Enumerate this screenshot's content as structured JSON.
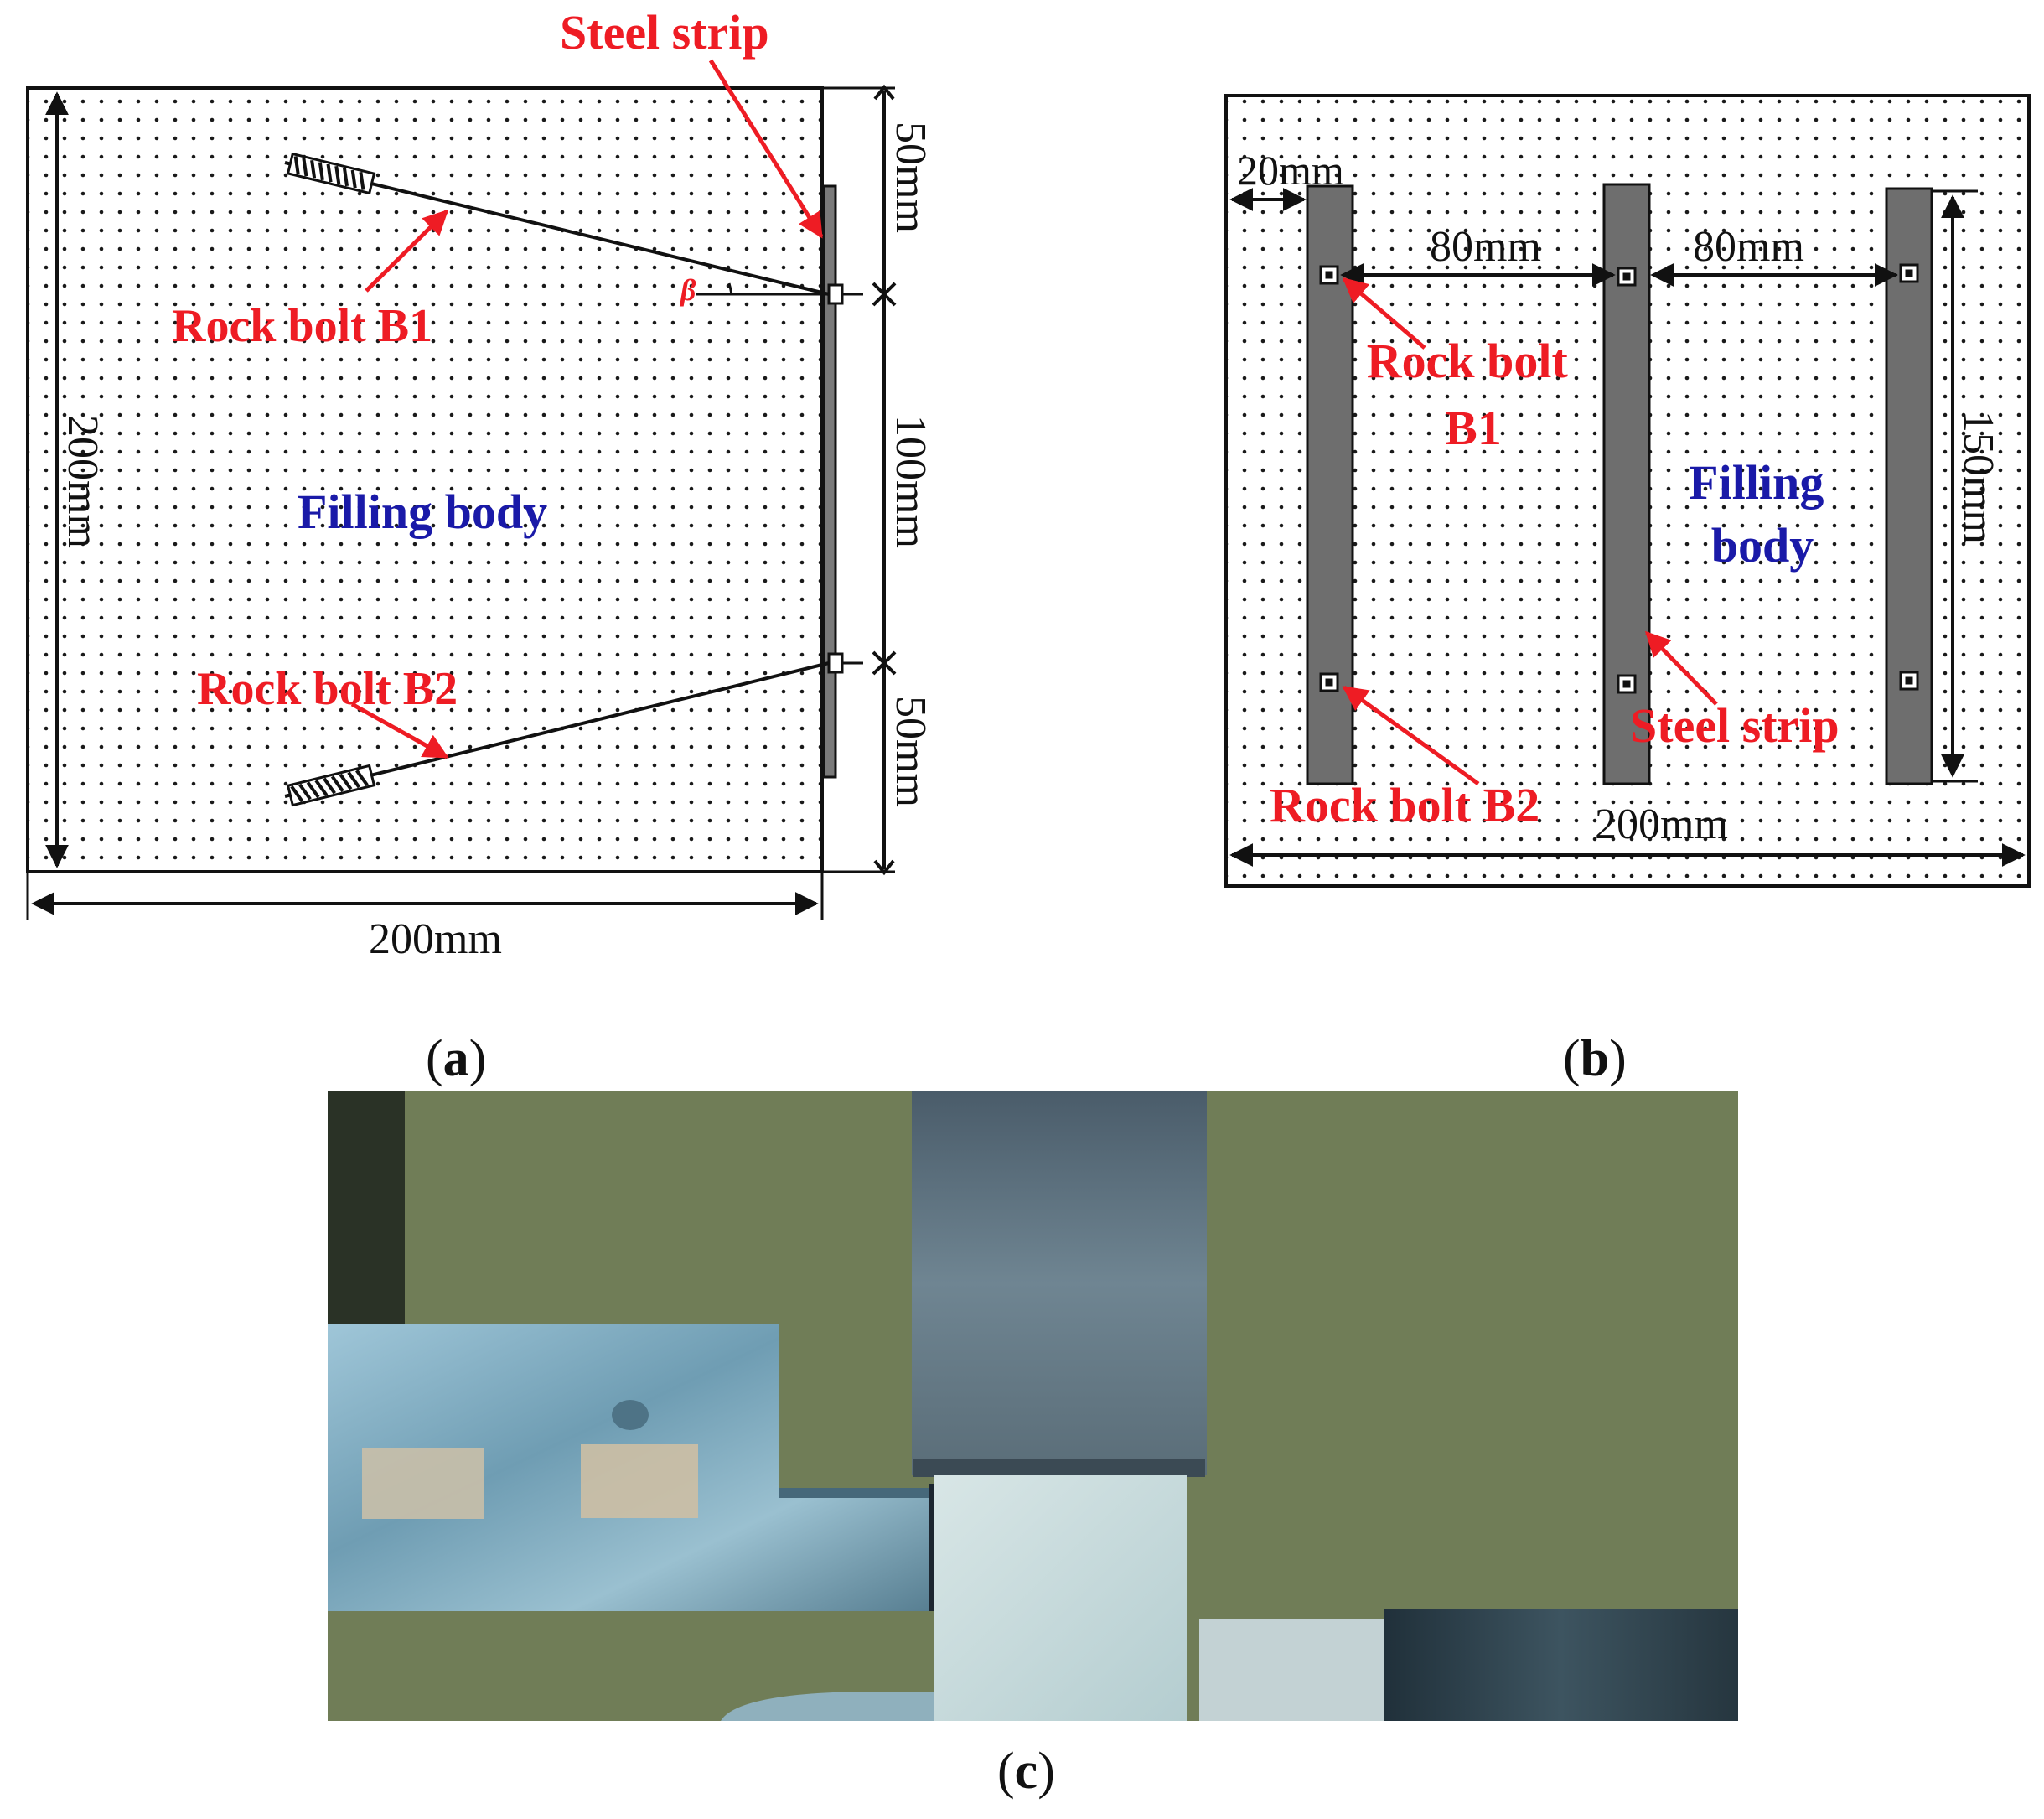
{
  "panel_a": {
    "steel_strip": "Steel strip",
    "rock_bolt_b1": "Rock bolt B1",
    "rock_bolt_b2": "Rock bolt B2",
    "filling_body": "Filling body",
    "angle_symbol": "β",
    "dim_height": "200mm",
    "dim_width": "200mm",
    "dim_top": "50mm",
    "dim_middle": "100mm",
    "dim_bottom": "50mm",
    "caption_open": "(",
    "caption_letter": "a",
    "caption_close": ")"
  },
  "panel_b": {
    "dim_edge": "20mm",
    "dim_gap_1": "80mm",
    "dim_gap_2": "80mm",
    "rock_bolt_b1_line1": "Rock bolt",
    "rock_bolt_b1_line2": "B1",
    "filling_body_line1": "Filling",
    "filling_body_line2": "body",
    "dim_strip_length": "150mm",
    "steel_strip": "Steel strip",
    "rock_bolt_b2": "Rock bolt B2",
    "dim_width": "200mm",
    "caption_open": "(",
    "caption_letter": "b",
    "caption_close": ")"
  },
  "panel_c": {
    "caption_open": "(",
    "caption_letter": "c",
    "caption_close": ")"
  },
  "colors": {
    "label_red": "#ee1c24",
    "label_blue": "#1a1aa8",
    "strip_gray": "#6e6e6e",
    "photo_wall_green": "#6c7a55"
  }
}
